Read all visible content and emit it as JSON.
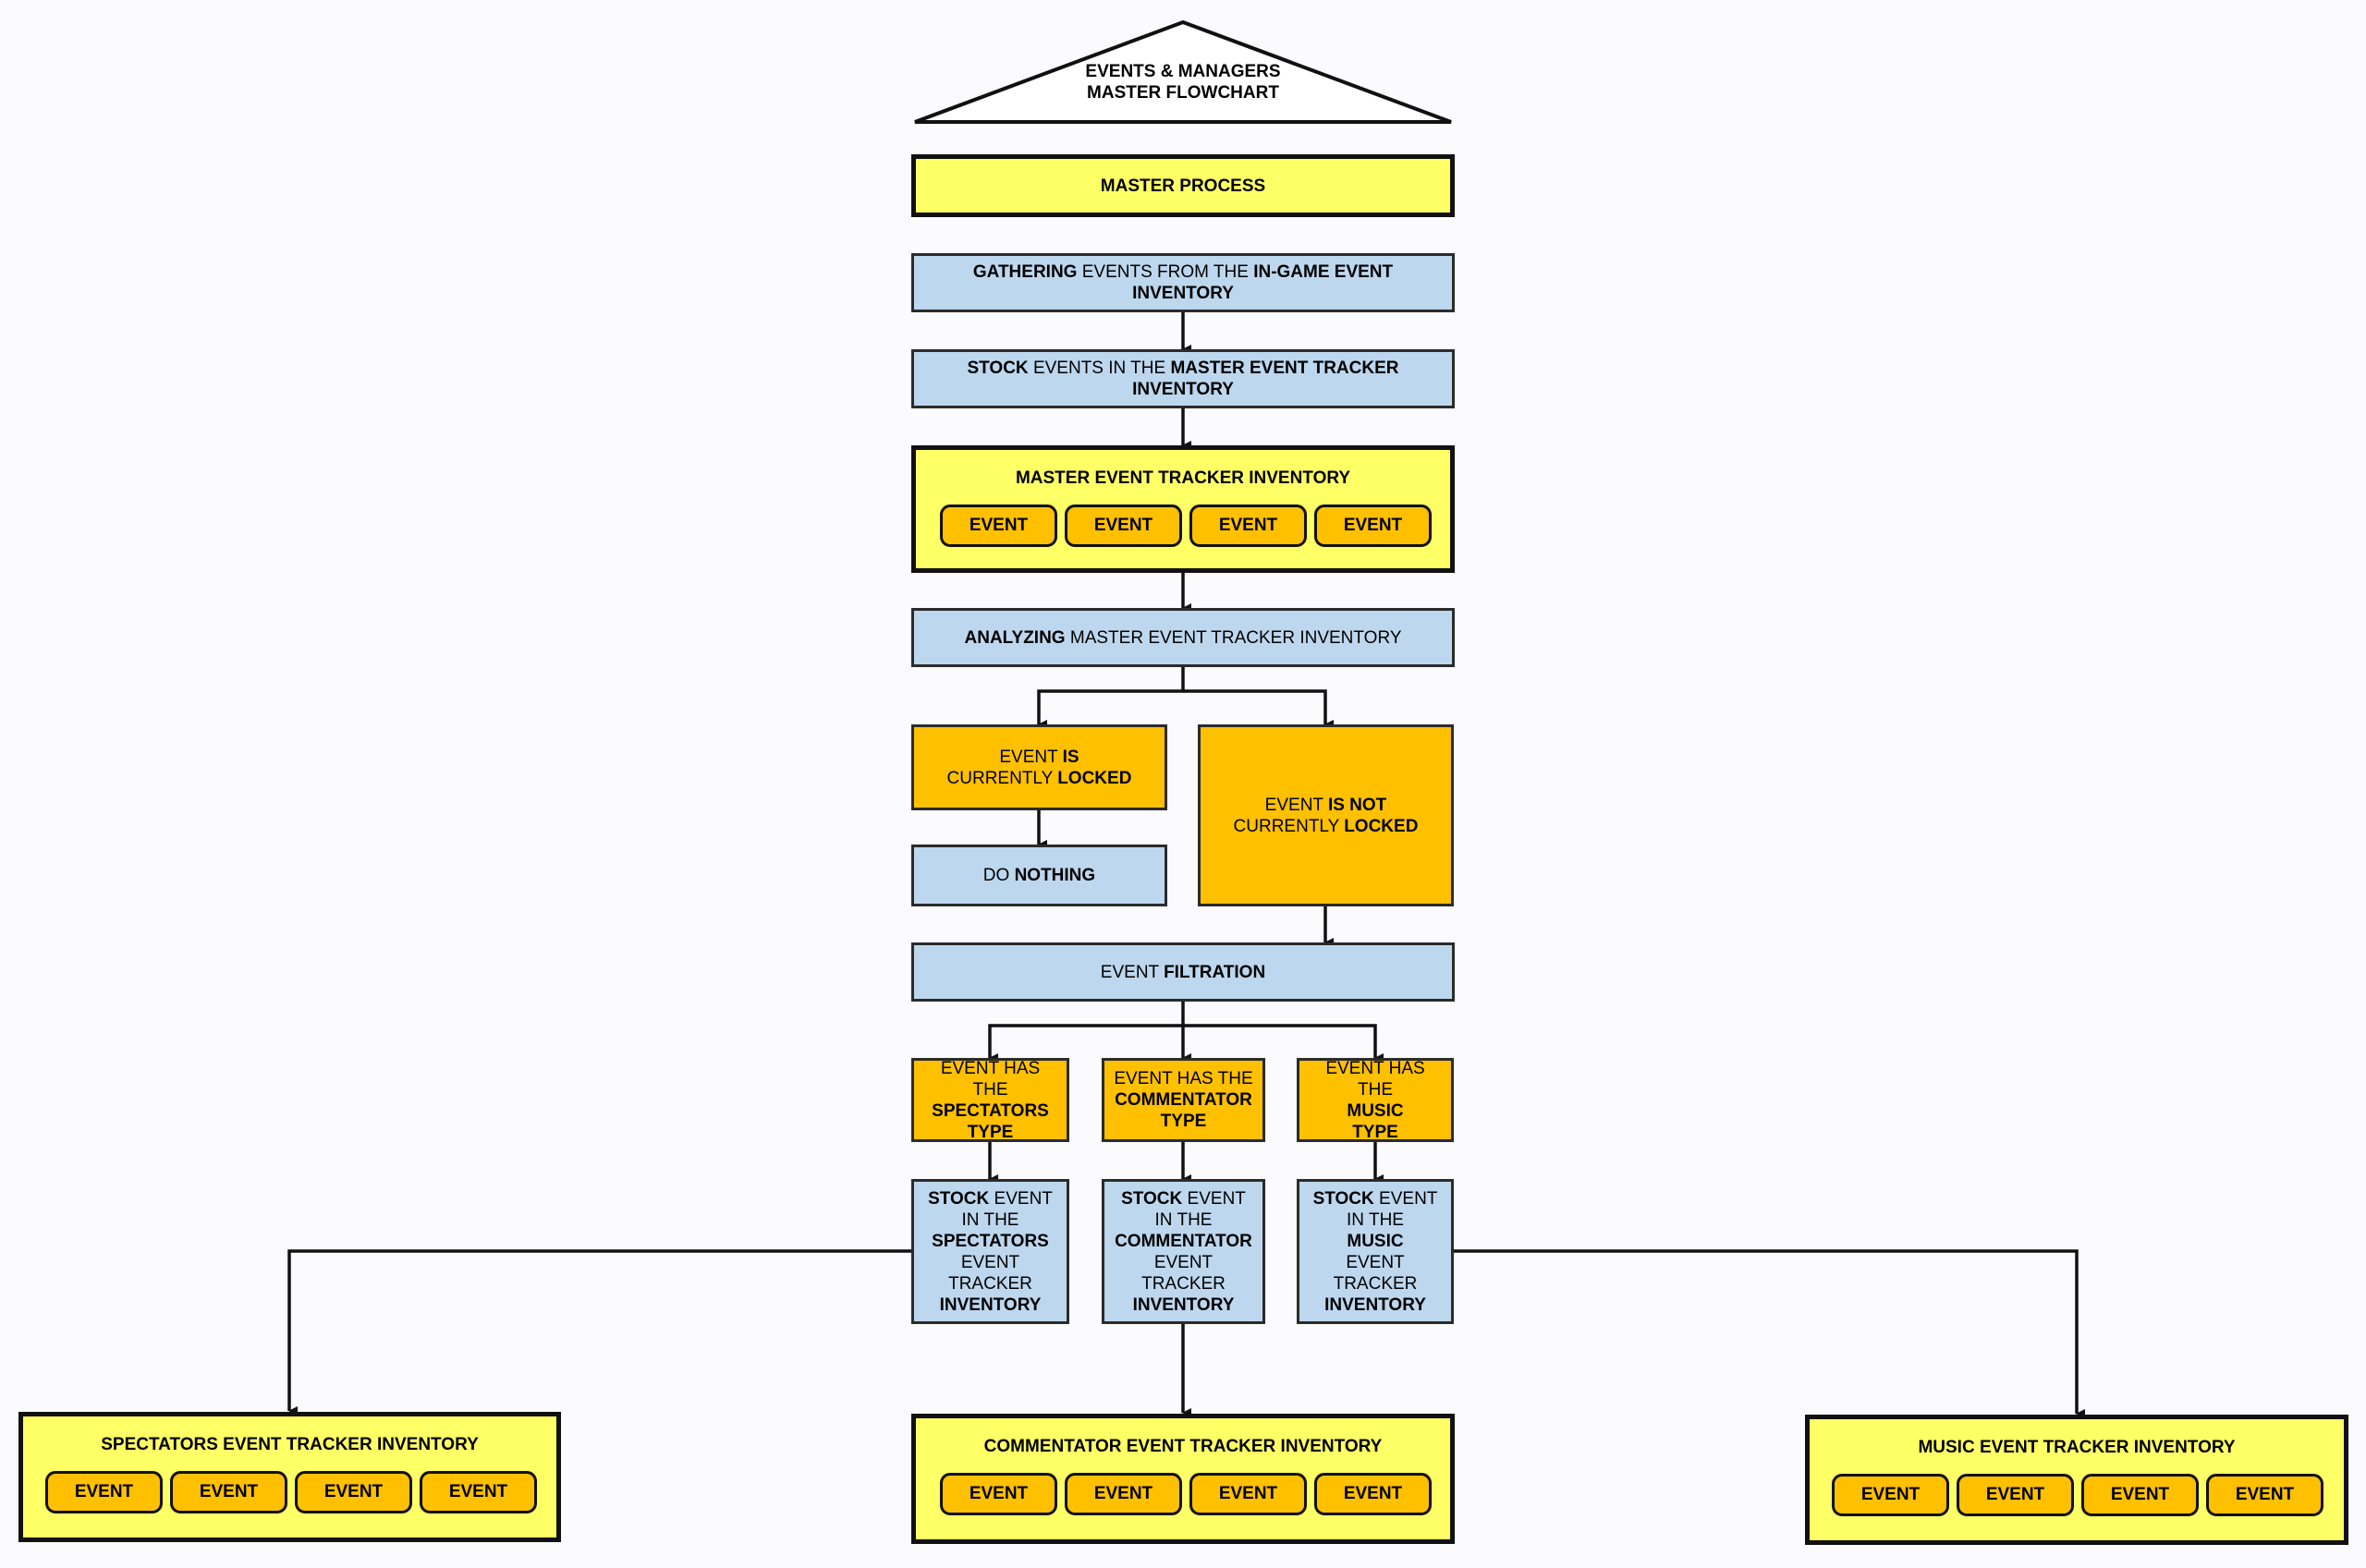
{
  "header": {
    "line1": "EVENTS & MANAGERS",
    "line2": "MASTER FLOWCHART"
  },
  "master_process": "MASTER PROCESS",
  "gathering": {
    "a": "GATHERING",
    "b": " EVENTS FROM THE ",
    "c": "IN-GAME EVENT INVENTORY"
  },
  "stock_master": {
    "a": "STOCK",
    "b": " EVENTS IN THE ",
    "c": "MASTER EVENT TRACKER INVENTORY"
  },
  "master_inventory": {
    "title": "MASTER EVENT TRACKER INVENTORY",
    "events": [
      "EVENT",
      "EVENT",
      "EVENT",
      "EVENT"
    ]
  },
  "analyzing": {
    "a": "ANALYZING",
    "b": " MASTER EVENT TRACKER INVENTORY"
  },
  "locked": {
    "a": "EVENT ",
    "b": "IS",
    "c": "CURRENTLY ",
    "d": "LOCKED"
  },
  "do_nothing": {
    "a": "DO ",
    "b": "NOTHING"
  },
  "not_locked": {
    "a": "EVENT ",
    "b": "IS NOT",
    "c": "CURRENTLY ",
    "d": "LOCKED"
  },
  "filtration": {
    "a": "EVENT ",
    "b": "FILTRATION"
  },
  "types": [
    {
      "pre": "EVENT HAS THE",
      "name": "SPECTATORS",
      "post": "TYPE"
    },
    {
      "pre": "EVENT HAS THE",
      "name": "COMMENTATOR",
      "post": "TYPE"
    },
    {
      "pre": "EVENT HAS THE",
      "name": "MUSIC",
      "post": "TYPE"
    }
  ],
  "stocks": [
    {
      "a": "STOCK",
      "b": " EVENT",
      "c": "IN THE",
      "d": "SPECTATORS",
      "e": "EVENT TRACKER",
      "f": "INVENTORY"
    },
    {
      "a": "STOCK",
      "b": " EVENT",
      "c": "IN THE",
      "d": "COMMENTATOR",
      "e": "EVENT TRACKER",
      "f": "INVENTORY"
    },
    {
      "a": "STOCK",
      "b": " EVENT",
      "c": "IN THE",
      "d": "MUSIC",
      "e": "EVENT TRACKER",
      "f": "INVENTORY"
    }
  ],
  "inventories": [
    {
      "title": "SPECTATORS EVENT TRACKER INVENTORY",
      "events": [
        "EVENT",
        "EVENT",
        "EVENT",
        "EVENT"
      ]
    },
    {
      "title": "COMMENTATOR EVENT TRACKER INVENTORY",
      "events": [
        "EVENT",
        "EVENT",
        "EVENT",
        "EVENT"
      ]
    },
    {
      "title": "MUSIC EVENT TRACKER INVENTORY",
      "events": [
        "EVENT",
        "EVENT",
        "EVENT",
        "EVENT"
      ]
    }
  ],
  "colors": {
    "blue": "#bdd7ee",
    "orange": "#ffc000",
    "yellow": "#ffff66",
    "line": "#111111"
  }
}
